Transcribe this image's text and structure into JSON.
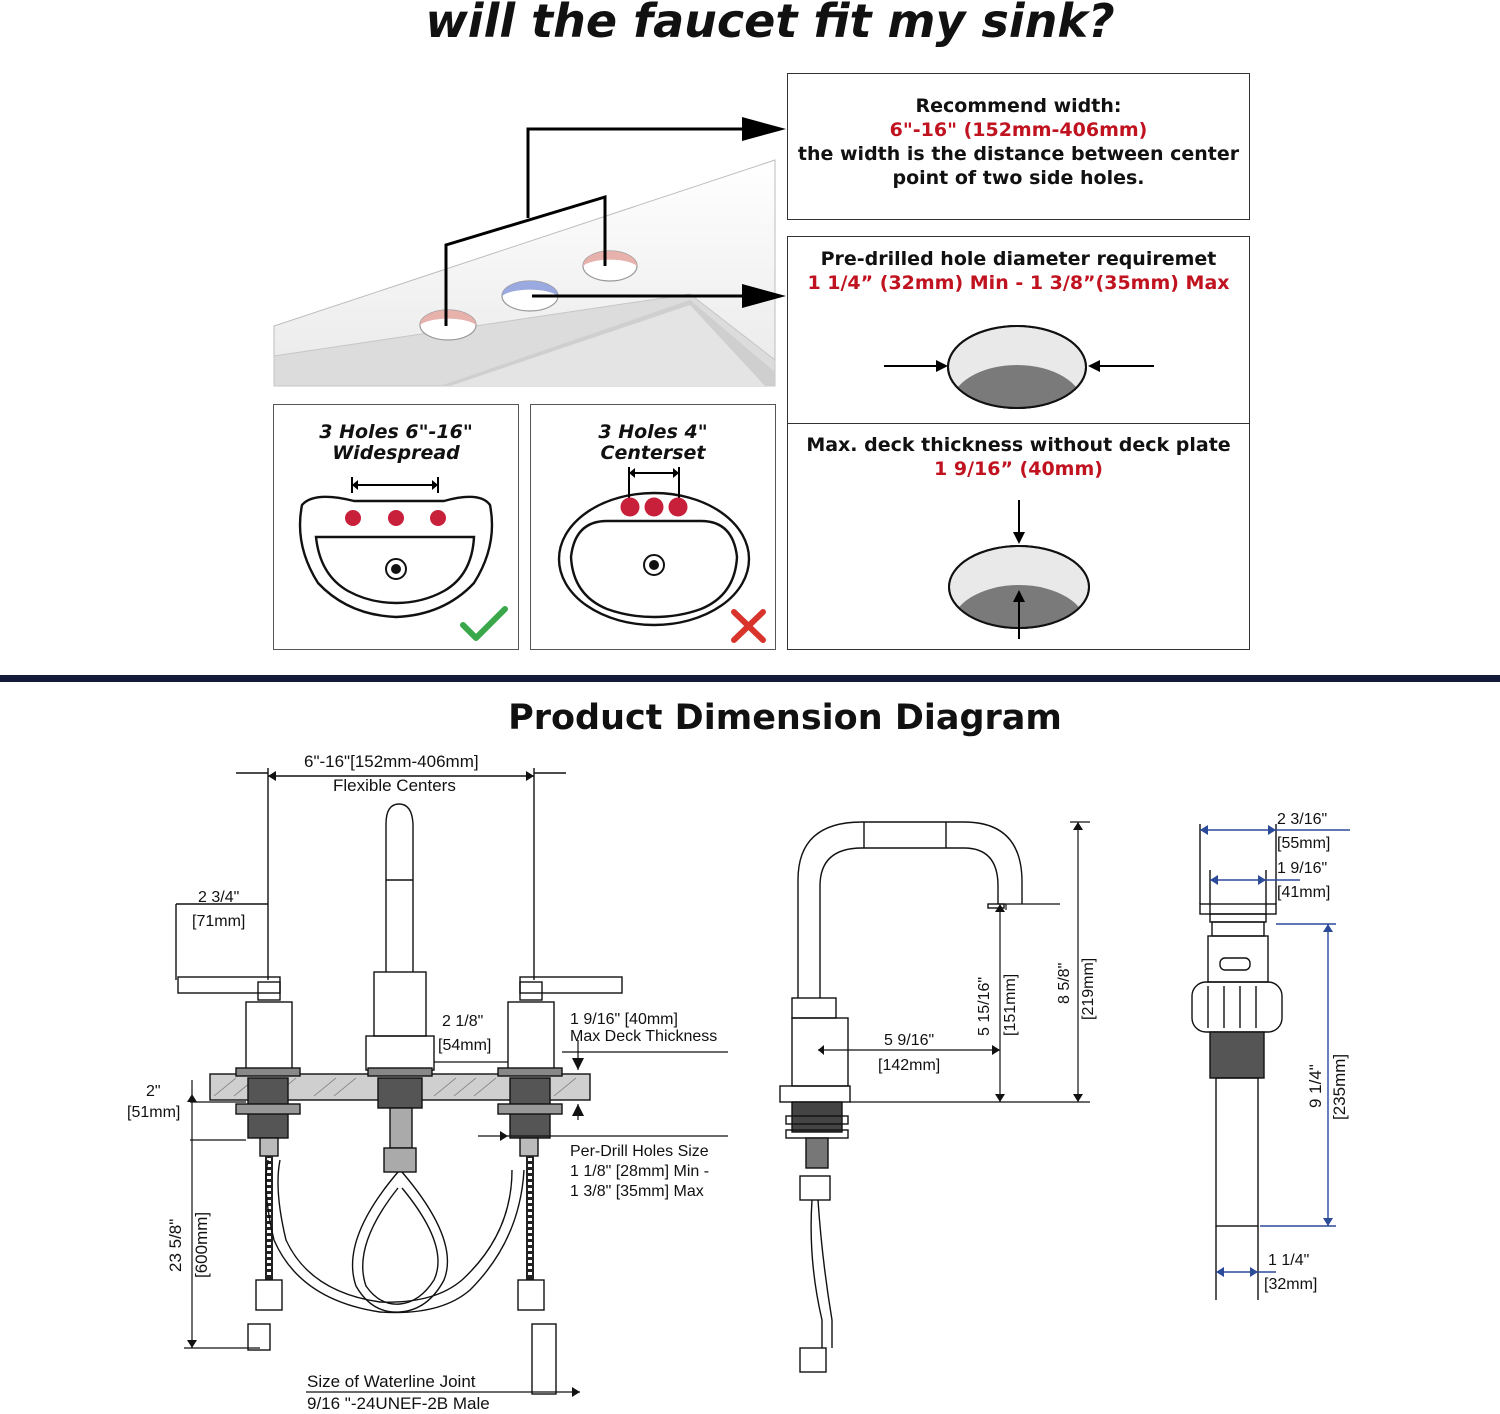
{
  "title": "will the faucet fit my sink?",
  "recommend_box": {
    "heading": "Recommend width:",
    "range": "6\"-16\" (152mm-406mm)",
    "desc_line1": "the width is the distance between center",
    "desc_line2": "point of two side holes."
  },
  "hole_box": {
    "heading": "Pre-drilled hole diameter requiremet",
    "range": "1 1/4” (32mm) Min - 1 3/8”(35mm) Max"
  },
  "deck_box": {
    "heading": "Max. deck thickness without deck plate",
    "value": "1 9/16” (40mm)"
  },
  "widespread_card": {
    "line1": "3 Holes 6\"-16\"",
    "line2": "Widespread",
    "status_icon": "checkmark-icon",
    "status_color": "#3aa84a"
  },
  "centerset_card": {
    "line1": "3 Holes 4\"",
    "line2": "Centerset",
    "status_icon": "cross-icon",
    "status_color": "#d8342c"
  },
  "section2_title": "Product Dimension Diagram",
  "front_view": {
    "centers": "6\"-16\"[152mm-406mm]",
    "centers_label": "Flexible Centers",
    "handle_in": "2 3/4\"",
    "handle_mm": "[71mm]",
    "base_in": "2 1/8\"",
    "base_mm": "[54mm]",
    "deck_value": "1 9/16\" [40mm]",
    "deck_label": "Max Deck Thickness",
    "shank_in": "2\"",
    "shank_mm": "[51mm]",
    "hose_in": "23 5/8\"",
    "hose_mm": "[600mm]",
    "holes_label": "Per-Drill Holes Size",
    "holes_line1": "1 1/8\" [28mm] Min -",
    "holes_line2": "1 3/8\" [35mm] Max",
    "joint_label": "Size of Waterline Joint",
    "joint_value": "9/16 \"-24UNEF-2B Male"
  },
  "side_view": {
    "reach_in": "5 9/16\"",
    "reach_mm": "[142mm]",
    "spout_h_in": "5 15/16\"",
    "spout_h_mm": "[151mm]",
    "total_h_in": "8 5/8\"",
    "total_h_mm": "[219mm]"
  },
  "drain_view": {
    "top_in": "2 3/16\"",
    "top_mm": "[55mm]",
    "mid_in": "1 9/16\"",
    "mid_mm": "[41mm]",
    "len_in": "9 1/4\"",
    "len_mm": "[235mm]",
    "tail_in": "1 1/4\"",
    "tail_mm": "[32mm]"
  },
  "colors": {
    "accent_red": "#c1121f",
    "divider_navy": "#141b3a",
    "dimension_blue": "#2b4a9a",
    "hole_red": "#c8203a"
  }
}
